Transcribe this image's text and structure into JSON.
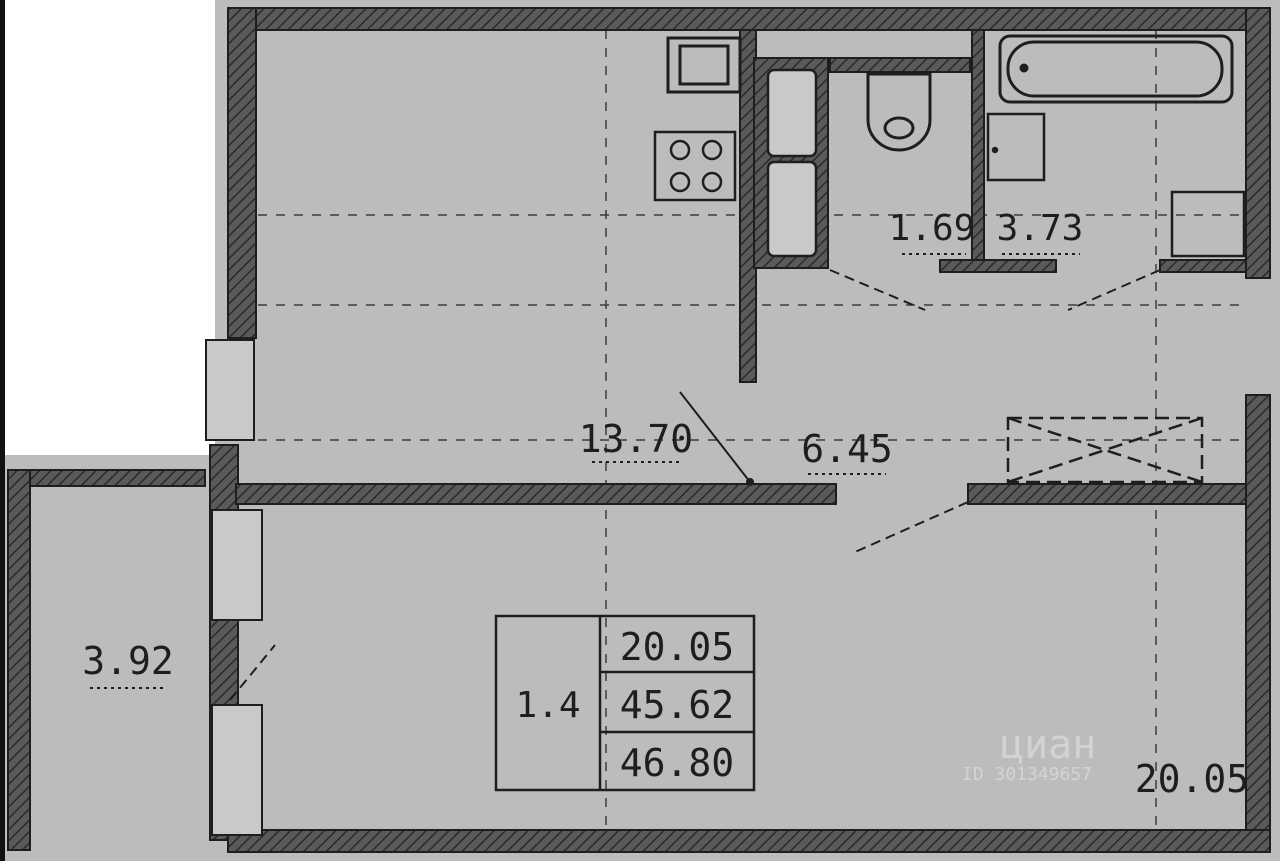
{
  "plan": {
    "kitchen_area": "13.70",
    "wc_area": "1.69",
    "bath_area": "3.73",
    "hall_area": "6.45",
    "balcony_area": "3.92",
    "room_area": "20.05",
    "room_area_corner": "20.05"
  },
  "summary": {
    "rooms": "1.4",
    "living_area": "20.05",
    "total_area": "45.62",
    "total_with_balcony": "46.80"
  },
  "watermark": {
    "brand": "циан",
    "id_text": "ID 301349657"
  },
  "colors": {
    "background": "#b9b9b7",
    "wall": "#3a3a3a",
    "text": "#1e1e1e"
  }
}
